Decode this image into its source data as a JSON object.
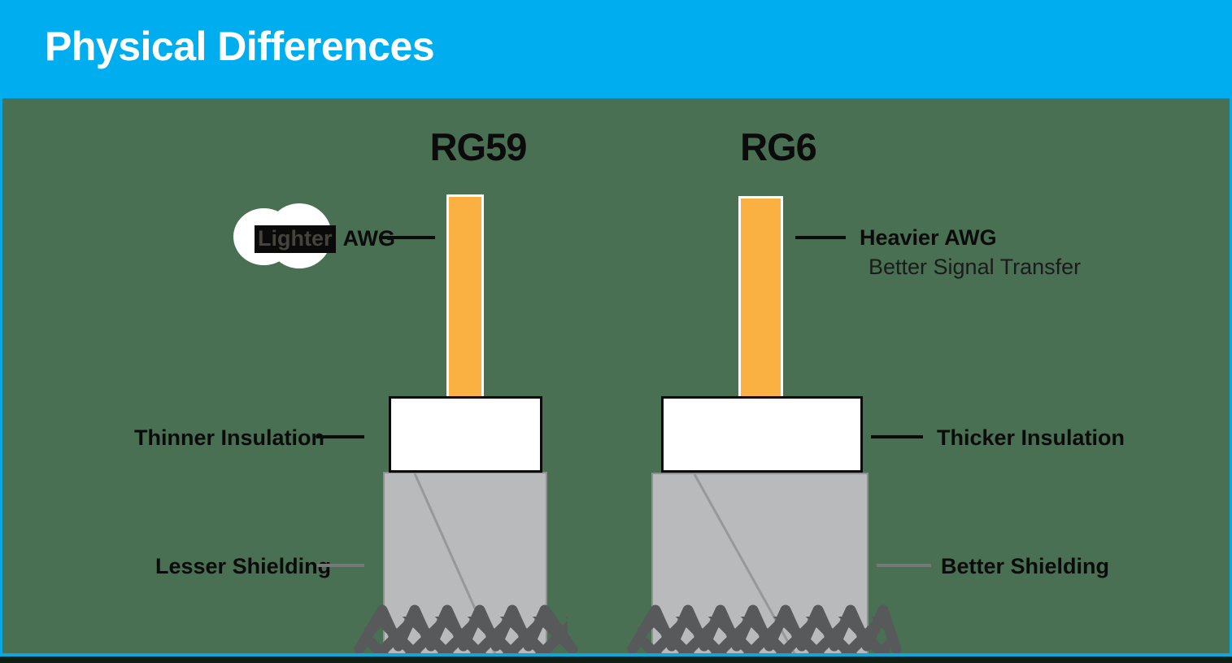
{
  "header": {
    "title": "Physical Differences"
  },
  "rg59": {
    "title": "RG59",
    "awg_label_highlight": "Lighter",
    "awg_label_rest": "AWG",
    "insulation_label": "Thinner Insulation",
    "shielding_label": "Lesser Shielding"
  },
  "rg6": {
    "title": "RG6",
    "awg_label": "Heavier AWG",
    "awg_sublabel": "Better Signal Transfer",
    "insulation_label": "Thicker Insulation",
    "shielding_label": "Better Shielding"
  },
  "colors": {
    "header_bg": "#00AEEF",
    "panel_bg": "#497052",
    "panel_border": "#0BA7DF",
    "footer_bg": "#0D2013",
    "conductor": "#FBB042",
    "conductor_outline": "#FFFFFF",
    "insulation_fill": "#FFFFFF",
    "insulation_border": "#0B0B0B",
    "shield_fill": "#B9BABC",
    "shield_border": "#8F9092",
    "braid": "#58595B",
    "callout_dark": "#0B0B0B",
    "callout_gray": "#77787A",
    "title_text": "#FFFFFF",
    "label_text": "#0B0B0B",
    "highlight_bg": "#0A0A0A",
    "highlight_text": "#46423C"
  }
}
